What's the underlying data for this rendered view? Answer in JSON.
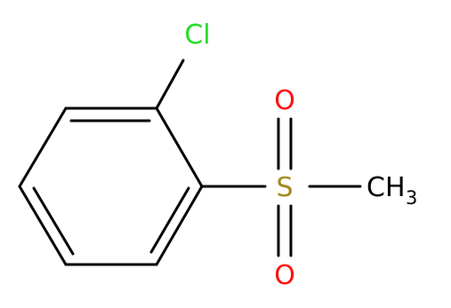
{
  "molecule": {
    "atoms": {
      "chlorine": {
        "symbol": "Cl",
        "color": "#22dd22"
      },
      "sulfur": {
        "symbol": "S",
        "color": "#a08a1e"
      },
      "oxygen_top": {
        "symbol": "O",
        "color": "#ff0d0d"
      },
      "oxygen_bottom": {
        "symbol": "O",
        "color": "#ff0d0d"
      },
      "methyl": {
        "symbol": "CH",
        "subscript": "3",
        "color": "#000000"
      }
    },
    "bond_color": "#000000"
  }
}
